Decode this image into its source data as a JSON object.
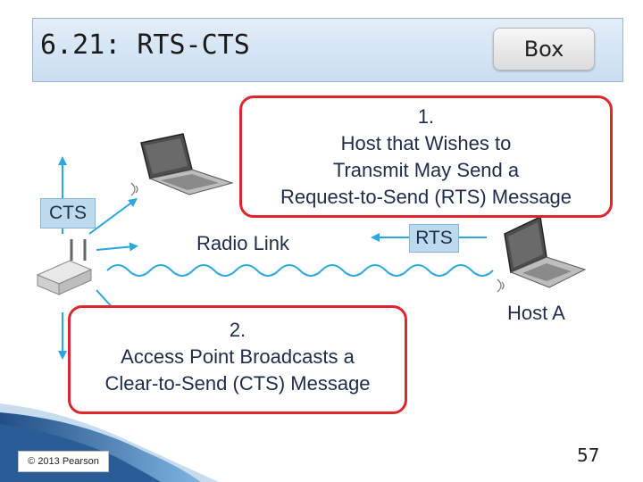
{
  "title": "6.21: RTS-CTS",
  "box_button": "Box",
  "callout_1": [
    "1.",
    "Host that Wishes to",
    "Transmit May Send a",
    "Request-to-Send (RTS) Message"
  ],
  "callout_2": [
    "2.",
    "Access Point Broadcasts a",
    "Clear-to-Send (CTS) Message"
  ],
  "radio_link": "Radio Link",
  "rts_tag": "RTS",
  "cts_tag": "CTS",
  "host_a": "Host A",
  "copyright": "© 2013 Pearson",
  "page_number": "57",
  "colors": {
    "callout_border": "#e0262d",
    "arrow": "#2aa6e0",
    "title_bar": "#d6e6f4",
    "tag_fill": "#bcd9ee"
  }
}
